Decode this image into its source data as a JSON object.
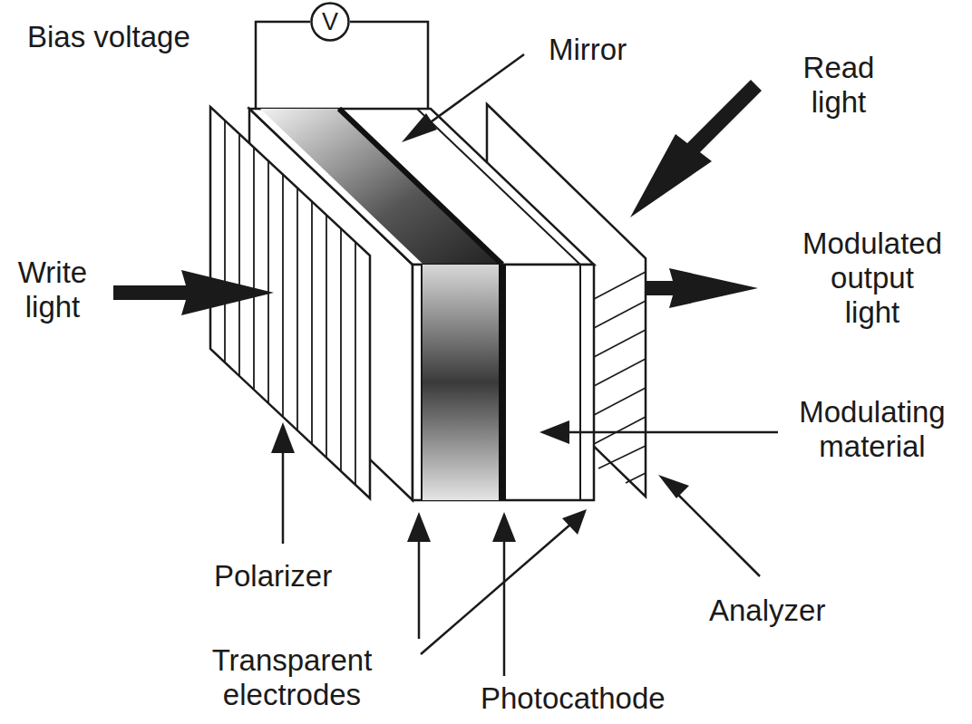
{
  "diagram": {
    "nodes": [
      {
        "text": [
          "V"
        ]
      }
    ],
    "labels": [
      "Bias voltage",
      "Mirror",
      "Read light",
      "Write light",
      "Modulated output light",
      "Modulating material",
      "Polarizer",
      "Transparent electrodes",
      "Photocathode",
      "Analyzer"
    ]
  }
}
